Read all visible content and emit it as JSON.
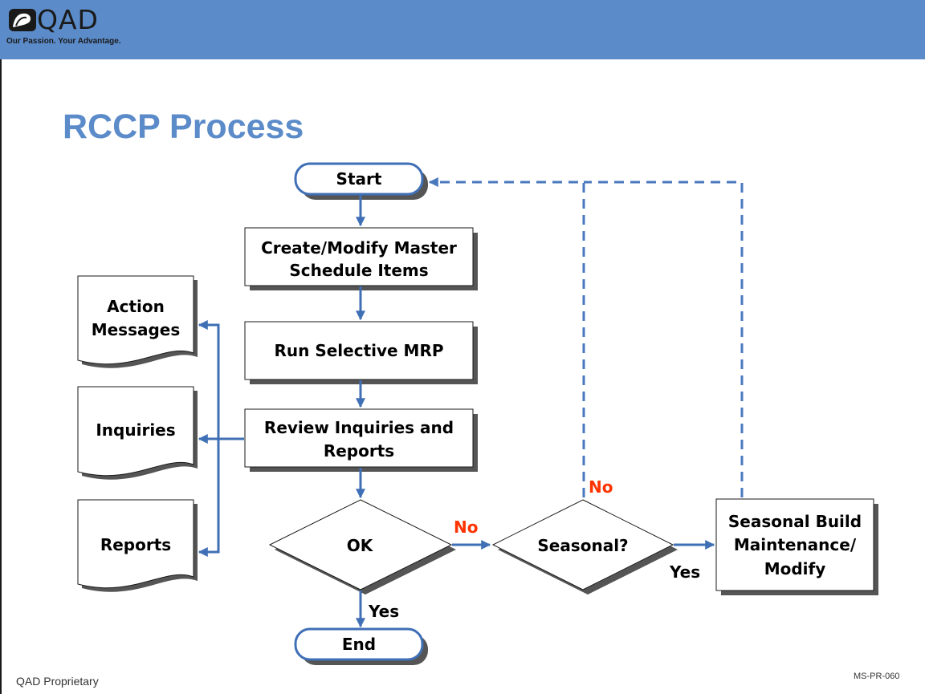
{
  "header": {
    "logo_text": "QAD",
    "tagline": "Our Passion. Your Advantage."
  },
  "title": "RCCP Process",
  "diagram": {
    "start": "Start",
    "create_modify_line1": "Create/Modify Master",
    "create_modify_line2": "Schedule Items",
    "run_mrp": "Run Selective MRP",
    "review_line1": "Review Inquiries and",
    "review_line2": "Reports",
    "ok": "OK",
    "seasonal": "Seasonal?",
    "seasonal_build_line1": "Seasonal Build",
    "seasonal_build_line2": "Maintenance/",
    "seasonal_build_line3": "Modify",
    "end": "End",
    "action_messages_line1": "Action",
    "action_messages_line2": "Messages",
    "inquiries": "Inquiries",
    "reports": "Reports",
    "edge_no_ok": "No",
    "edge_no_seasonal": "No",
    "edge_yes_seasonal": "Yes",
    "edge_yes_ok": "Yes"
  },
  "footer": {
    "left": "QAD Proprietary",
    "right": "MS-PR-060"
  },
  "colors": {
    "brand_blue": "#5b8bc9",
    "arrow_blue": "#3f6fb5",
    "dashed_blue": "#4a78be",
    "edge_red": "#ff3300"
  }
}
